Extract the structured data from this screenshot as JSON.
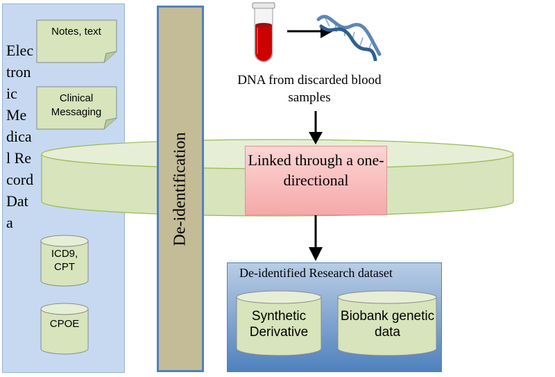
{
  "emr": {
    "title": "Electronic Medical Record Data",
    "notes": "Notes, text",
    "messaging": "Clinical Messaging",
    "icd": "ICD9, CPT",
    "cpoe": "CPOE"
  },
  "deid": {
    "label": "De-identification"
  },
  "dna": {
    "caption": "DNA from discarded blood samples"
  },
  "linked": {
    "label": "Linked through a one-directional"
  },
  "research": {
    "title": "De-identified Research dataset",
    "synthetic": "Synthetic Derivative",
    "biobank": "Biobank genetic data"
  },
  "colors": {
    "emr_panel": "#c6d9f1",
    "deid_bar": "#c4bc96",
    "shape_fill": "#d7e4bc",
    "linked_fill": "#f6a9a9",
    "research_fill": "#4f81bd",
    "blood": "#cc0000"
  }
}
